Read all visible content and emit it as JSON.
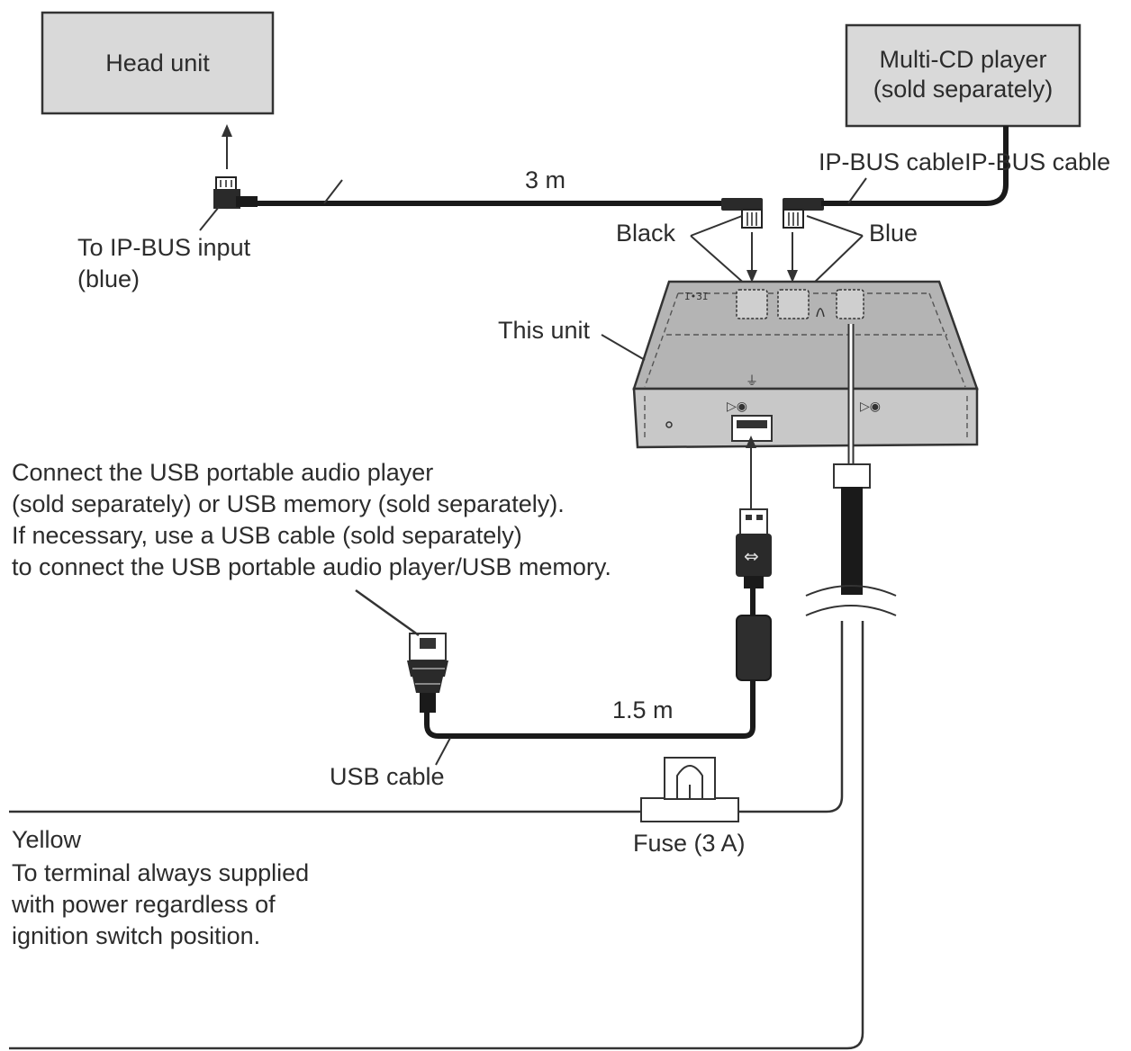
{
  "boxes": {
    "head_unit": "Head unit",
    "multi_cd_line1": "Multi-CD player",
    "multi_cd_line2": "(sold separately)"
  },
  "labels": {
    "ip_bus_cable": "IP-BUS cableIP-BUS cable",
    "length_3m": "3 m",
    "ip_bus_input_line1": "To IP-BUS input",
    "ip_bus_input_line2": "(blue)",
    "black": "Black",
    "blue": "Blue",
    "this_unit": "This unit",
    "usb_note": [
      "Connect the USB portable audio player",
      "(sold separately) or USB memory (sold separately).",
      "If necessary, use a USB cable (sold separately)",
      "to connect the USB portable audio player/USB memory."
    ],
    "length_1_5m": "1.5 m",
    "usb_cable": "USB cable",
    "fuse": "Fuse (3 A)",
    "yellow": "Yellow",
    "power_note": [
      "To terminal always supplied",
      "with power regardless of",
      "ignition switch position."
    ]
  },
  "colors": {
    "box_fill": "#d9d9d9",
    "unit_top": "#b4b4b4",
    "unit_front": "#c8c8c8",
    "cable": "#1a1a1a",
    "line": "#333333"
  }
}
